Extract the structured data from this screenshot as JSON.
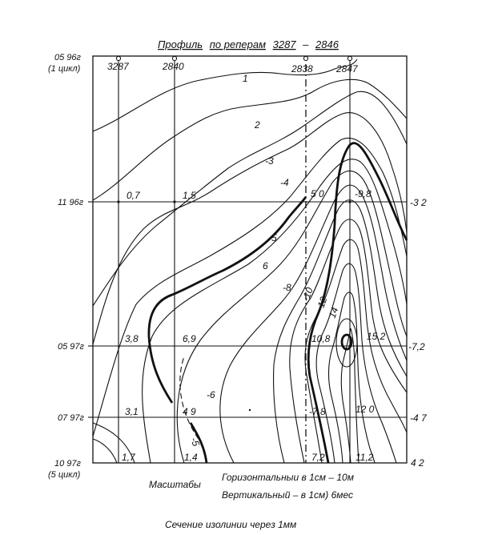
{
  "title": {
    "prefix": "Профиль",
    "middle": "по реперам",
    "range_start": "3287",
    "range_sep": "–",
    "range_end": "2846"
  },
  "benchmarks": [
    "3287",
    "2840",
    "2838",
    "2847"
  ],
  "time_axis": {
    "t1": "05 96г",
    "t1_note": "(1 цикл)",
    "t2": "11 96г",
    "t3": "05 97г",
    "t4": "07 97г",
    "t5": "10 97г",
    "t5_note": "(5 цикл)"
  },
  "right_values": [
    "-3 2",
    "-7,2",
    "-4 7",
    "4 2"
  ],
  "point_values": {
    "r1": [
      "0,7",
      "1,5",
      "5 0",
      "-9,8"
    ],
    "r2": [
      "3,8",
      "6,9",
      "10,8",
      "15,2"
    ],
    "r3": [
      "3,1",
      "4 9",
      "-7,8",
      "12 0"
    ],
    "r4": [
      "1,7",
      "1,4",
      "7,2",
      "11,2"
    ]
  },
  "contour_labels": [
    "1",
    "2",
    "-3",
    "-4",
    "-5",
    "6",
    "-8",
    "-10",
    "12",
    "14",
    "-6",
    "-5"
  ],
  "scale": {
    "heading": "Масштабы",
    "horizontal": "Горизонтальныи   в  1см –  10м",
    "vertical": "Вертикальный – в  1см)    6мес"
  },
  "footnote": "Сечение  изолинии  через  1мм"
}
